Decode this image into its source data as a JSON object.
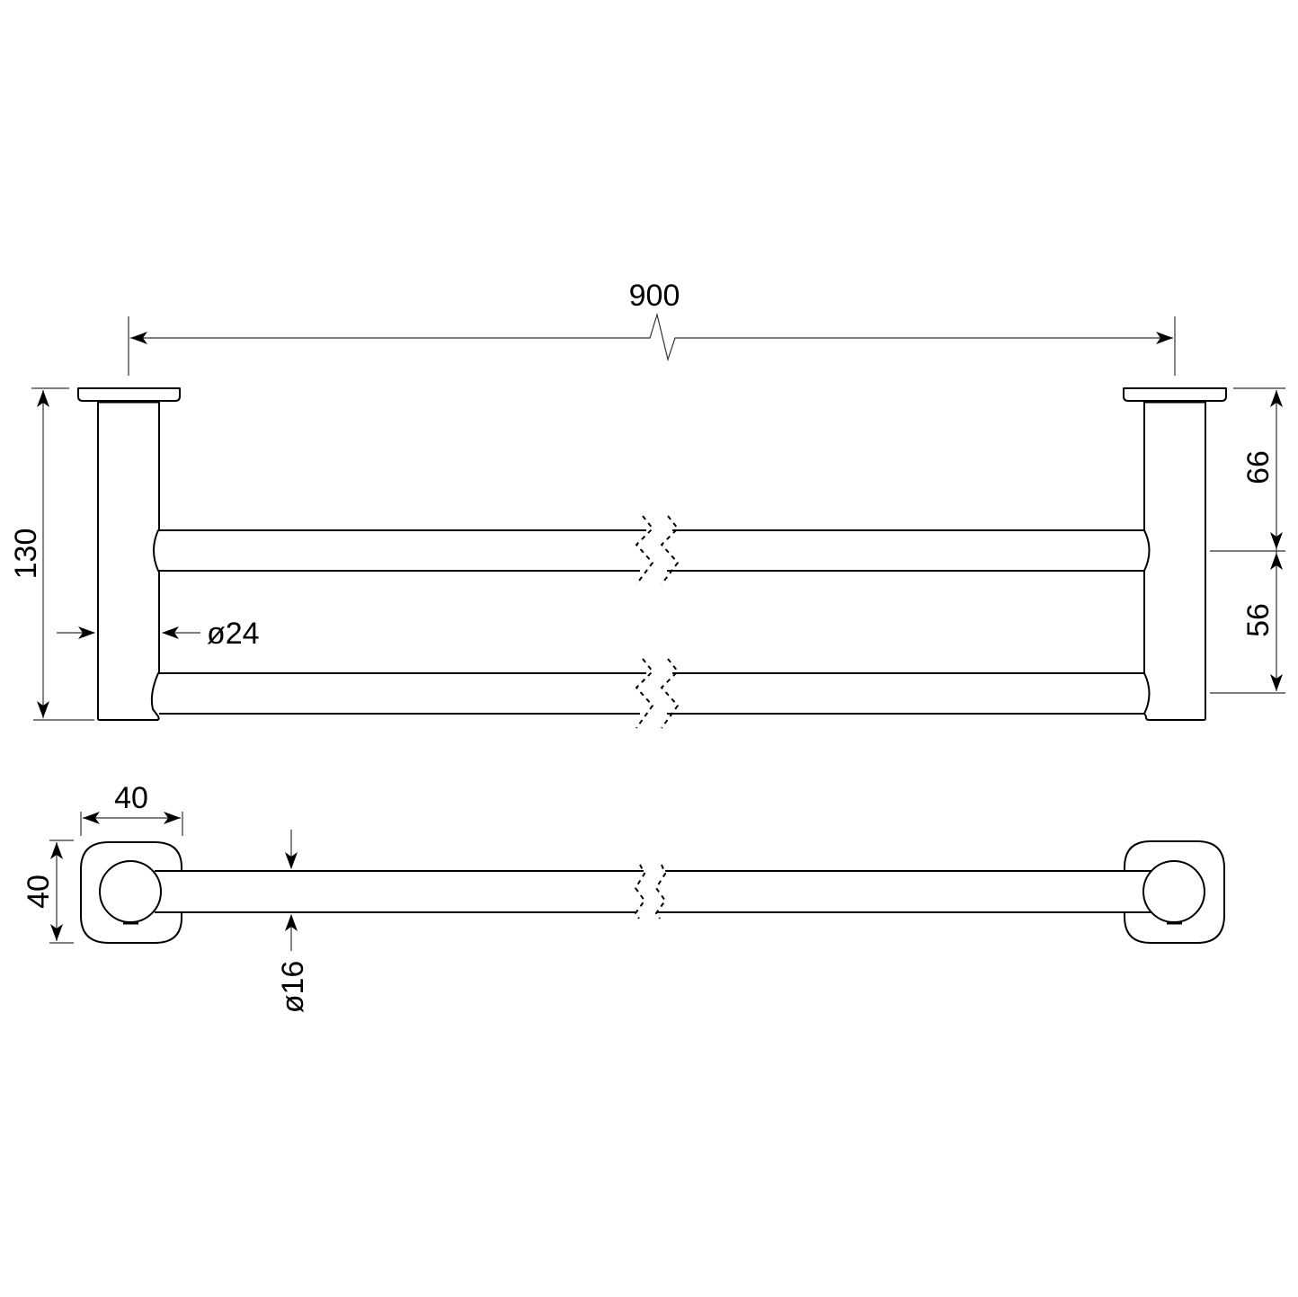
{
  "drawing": {
    "title": "Double towel rail technical drawing",
    "views": [
      "front-view",
      "top-view"
    ],
    "units": "mm",
    "stroke_color": "#000000",
    "background": "#ffffff"
  },
  "dimensions": {
    "overall_length": "900",
    "overall_height": "130",
    "upper_bar_offset": "66",
    "bar_spacing": "56",
    "post_diameter": "ø24",
    "bracket_width": "40",
    "bracket_depth": "40",
    "bar_diameter": "ø16"
  }
}
